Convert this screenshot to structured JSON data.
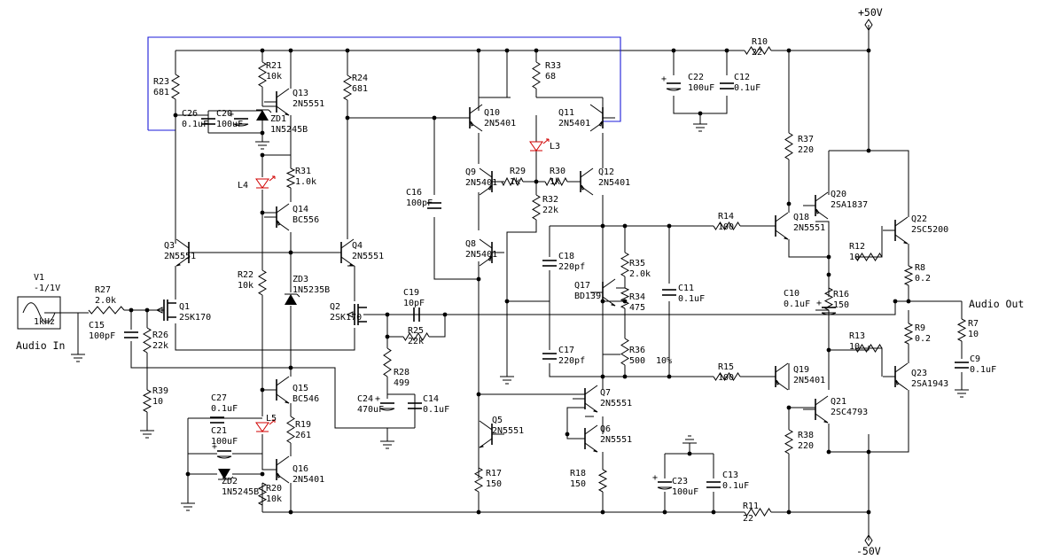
{
  "rails": {
    "pos": "+50V",
    "neg": "-50V"
  },
  "io": {
    "input_label": "Audio In",
    "output_label": "Audio Out"
  },
  "components": {
    "V1": {
      "ref": "V1",
      "value": "-1/1V",
      "value2": "1kHz"
    },
    "R27": {
      "ref": "R27",
      "value": "2.0k"
    },
    "C15": {
      "ref": "C15",
      "value": "100pF"
    },
    "R26": {
      "ref": "R26",
      "value": "22k"
    },
    "R39": {
      "ref": "R39",
      "value": "10"
    },
    "Q1": {
      "ref": "Q1",
      "value": "2SK170"
    },
    "Q2": {
      "ref": "Q2",
      "value": "2SK170"
    },
    "Q3": {
      "ref": "Q3",
      "value": "2N5551"
    },
    "Q4": {
      "ref": "Q4",
      "value": "2N5551"
    },
    "R23": {
      "ref": "R23",
      "value": "681"
    },
    "R21": {
      "ref": "R21",
      "value": "10k"
    },
    "R24": {
      "ref": "R24",
      "value": "681"
    },
    "Q13": {
      "ref": "Q13",
      "value": "2N5551"
    },
    "C26": {
      "ref": "C26",
      "value": "0.1uF"
    },
    "C20": {
      "ref": "C20",
      "value": "100uF"
    },
    "ZD1": {
      "ref": "ZD1",
      "value": "1N5245B"
    },
    "R31": {
      "ref": "R31",
      "value": "1.0k"
    },
    "L4": {
      "ref": "L4"
    },
    "Q14": {
      "ref": "Q14",
      "value": "BC556"
    },
    "R22": {
      "ref": "R22",
      "value": "10k"
    },
    "ZD3": {
      "ref": "ZD3",
      "value": "1N5235B"
    },
    "Q15": {
      "ref": "Q15",
      "value": "BC546"
    },
    "L5": {
      "ref": "L5"
    },
    "R19": {
      "ref": "R19",
      "value": "261"
    },
    "Q16": {
      "ref": "Q16",
      "value": "2N5401"
    },
    "R20": {
      "ref": "R20",
      "value": "10k"
    },
    "C27": {
      "ref": "C27",
      "value": "0.1uF"
    },
    "C21": {
      "ref": "C21",
      "value": "100uF"
    },
    "ZD2": {
      "ref": "ZD2",
      "value": "1N5245B"
    },
    "C19": {
      "ref": "C19",
      "value": "10pF"
    },
    "R25": {
      "ref": "R25",
      "value": "22k"
    },
    "R28": {
      "ref": "R28",
      "value": "499"
    },
    "C24": {
      "ref": "C24",
      "value": "470uF"
    },
    "C14": {
      "ref": "C14",
      "value": "0.1uF"
    },
    "C16": {
      "ref": "C16",
      "value": "100pF"
    },
    "Q10": {
      "ref": "Q10",
      "value": "2N5401"
    },
    "Q11": {
      "ref": "Q11",
      "value": "2N5401"
    },
    "R33": {
      "ref": "R33",
      "value": "68"
    },
    "L3": {
      "ref": "L3"
    },
    "Q9": {
      "ref": "Q9",
      "value": "2N5401"
    },
    "R29": {
      "ref": "R29",
      "value": "1k"
    },
    "R30": {
      "ref": "R30",
      "value": "1k"
    },
    "Q12": {
      "ref": "Q12",
      "value": "2N5401"
    },
    "R32": {
      "ref": "R32",
      "value": "22k"
    },
    "Q8": {
      "ref": "Q8",
      "value": "2N5401"
    },
    "C18": {
      "ref": "C18",
      "value": "220pf"
    },
    "R35": {
      "ref": "R35",
      "value": "2.0k"
    },
    "Q17": {
      "ref": "Q17",
      "value": "BD139"
    },
    "R34": {
      "ref": "R34",
      "value": "475"
    },
    "C11": {
      "ref": "C11",
      "value": "0.1uF"
    },
    "C17": {
      "ref": "C17",
      "value": "220pf"
    },
    "R36": {
      "ref": "R36",
      "value": "500",
      "extra": "10%"
    },
    "Q7": {
      "ref": "Q7",
      "value": "2N5551"
    },
    "Q5": {
      "ref": "Q5",
      "value": "2N5551"
    },
    "Q6": {
      "ref": "Q6",
      "value": "2N5551"
    },
    "R17": {
      "ref": "R17",
      "value": "150"
    },
    "R18": {
      "ref": "R18",
      "value": "150"
    },
    "C22": {
      "ref": "C22",
      "value": "100uF"
    },
    "C12": {
      "ref": "C12",
      "value": "0.1uF"
    },
    "R10": {
      "ref": "R10",
      "value": "22"
    },
    "C23": {
      "ref": "C23",
      "value": "100uF"
    },
    "C13": {
      "ref": "C13",
      "value": "0.1uF"
    },
    "R11": {
      "ref": "R11",
      "value": "22"
    },
    "R14": {
      "ref": "R14",
      "value": "100"
    },
    "R15": {
      "ref": "R15",
      "value": "100"
    },
    "R37": {
      "ref": "R37",
      "value": "220"
    },
    "Q20": {
      "ref": "Q20",
      "value": "2SA1837"
    },
    "Q18": {
      "ref": "Q18",
      "value": "2N5551"
    },
    "R12": {
      "ref": "R12",
      "value": "10"
    },
    "Q22": {
      "ref": "Q22",
      "value": "2SC5200"
    },
    "R8": {
      "ref": "R8",
      "value": "0.2"
    },
    "C10": {
      "ref": "C10",
      "value": "0.1uF"
    },
    "R16": {
      "ref": "R16",
      "value": "150"
    },
    "R9": {
      "ref": "R9",
      "value": "0.2"
    },
    "R13": {
      "ref": "R13",
      "value": "10"
    },
    "Q19": {
      "ref": "Q19",
      "value": "2N5401"
    },
    "Q21": {
      "ref": "Q21",
      "value": "2SC4793"
    },
    "Q23": {
      "ref": "Q23",
      "value": "2SA1943"
    },
    "R38": {
      "ref": "R38",
      "value": "220"
    },
    "R7": {
      "ref": "R7",
      "value": "10"
    },
    "C9": {
      "ref": "C9",
      "value": "0.1uF"
    }
  }
}
